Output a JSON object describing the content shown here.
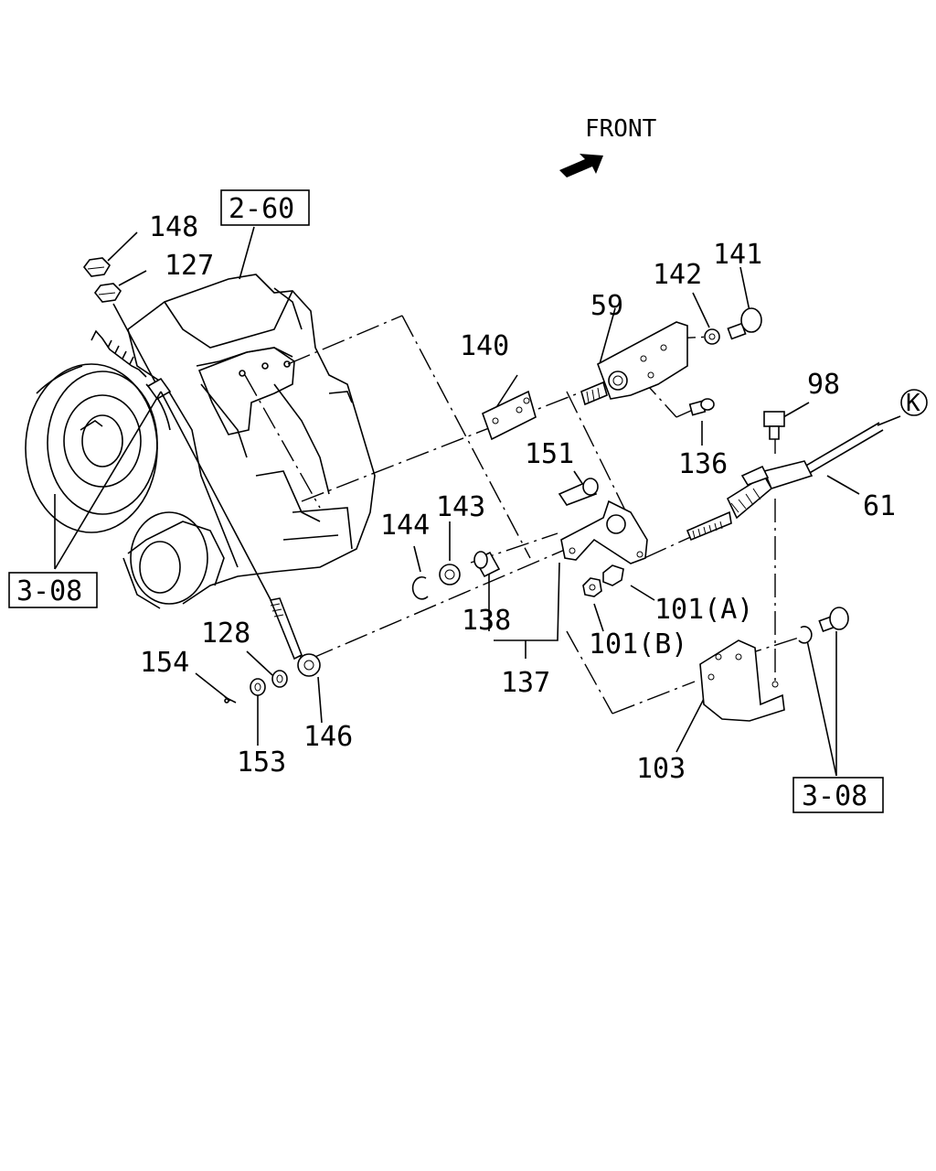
{
  "direction": {
    "label": "FRONT",
    "arrow_icon": "front-arrow-icon"
  },
  "references": {
    "ref_2_60": "2-60",
    "ref_3_08_left": "3-08",
    "ref_3_08_right": "3-08"
  },
  "callouts": {
    "p148": "148",
    "p127": "127",
    "p142": "142",
    "p141": "141",
    "p59": "59",
    "p140": "140",
    "p98": "98",
    "p136": "136",
    "pK": "K",
    "p151": "151",
    "p61": "61",
    "p144": "144",
    "p143": "143",
    "p101A": "101(A)",
    "p138": "138",
    "p101B": "101(B)",
    "p128": "128",
    "p154": "154",
    "p137": "137",
    "p146": "146",
    "p153": "153",
    "p103": "103"
  }
}
